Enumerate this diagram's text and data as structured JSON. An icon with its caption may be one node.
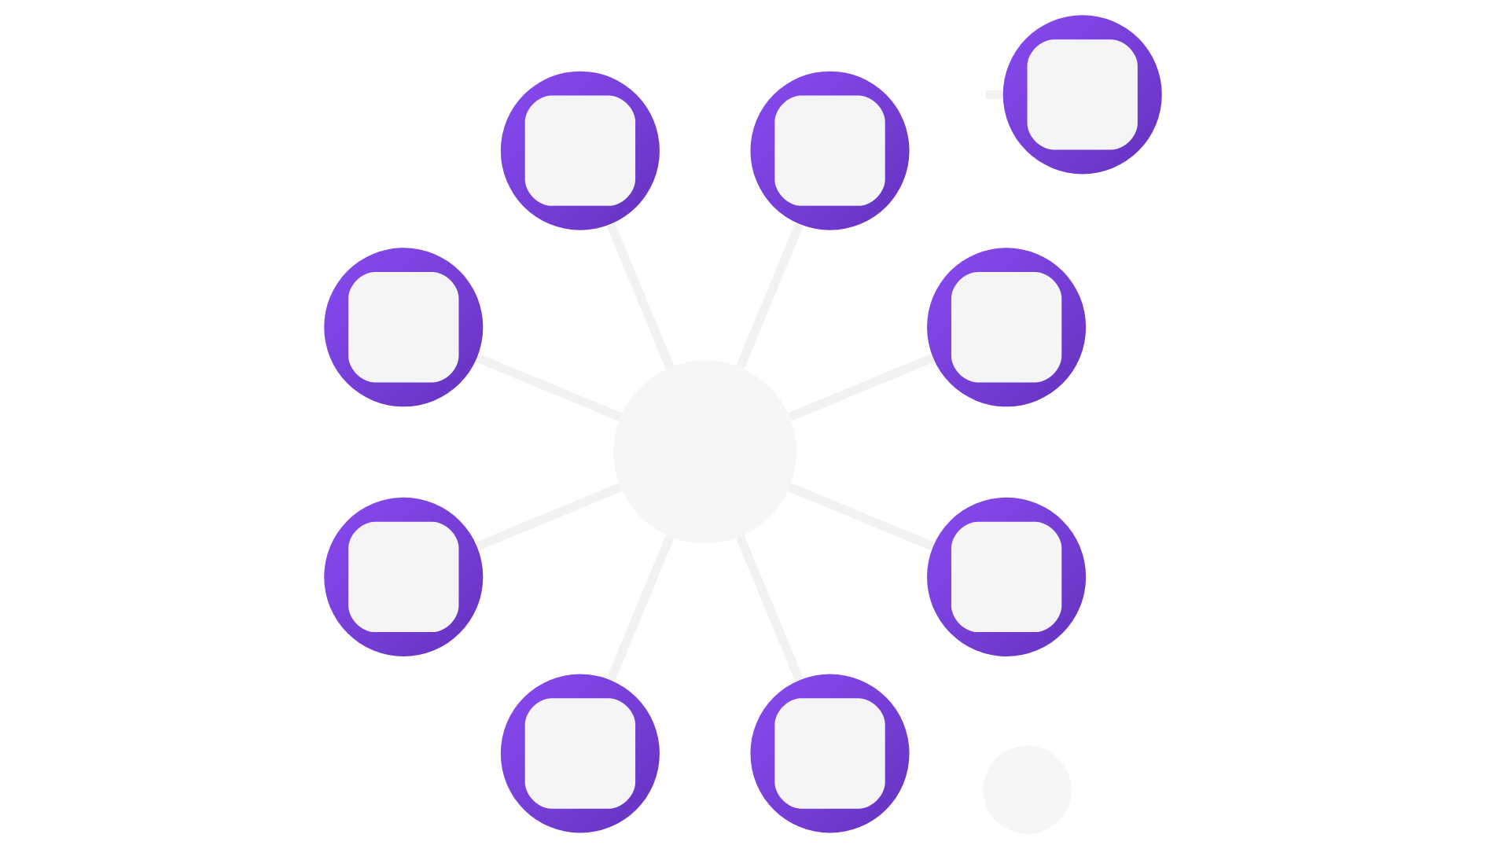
{
  "diagram": {
    "nodes": [
      {
        "text": [],
        "shape": "circle"
      },
      {
        "text": [],
        "shape": "circle"
      },
      {
        "text": [],
        "shape": "circle"
      },
      {
        "text": [],
        "shape": "circle"
      },
      {
        "text": [],
        "shape": "circle"
      },
      {
        "text": [],
        "shape": "circle"
      },
      {
        "text": [],
        "shape": "circle"
      },
      {
        "text": [],
        "shape": "circle"
      },
      {
        "text": [],
        "shape": "circle"
      },
      {
        "text": [],
        "shape": "circle"
      },
      {
        "text": [],
        "shape": "circle"
      }
    ],
    "edges": [
      {
        "from": 4,
        "to": 0,
        "arrow": "none"
      },
      {
        "from": 4,
        "to": 2,
        "arrow": "none"
      },
      {
        "from": 4,
        "to": 6,
        "arrow": "none"
      },
      {
        "from": 4,
        "to": 9,
        "arrow": "none"
      },
      {
        "from": 4,
        "to": 10,
        "arrow": "none"
      },
      {
        "from": 4,
        "to": 8,
        "arrow": "none"
      },
      {
        "from": 4,
        "to": 5,
        "arrow": "none"
      },
      {
        "from": 4,
        "to": 1,
        "arrow": "none"
      },
      {
        "from": 7,
        "to": null,
        "arrow": "none"
      }
    ]
  }
}
